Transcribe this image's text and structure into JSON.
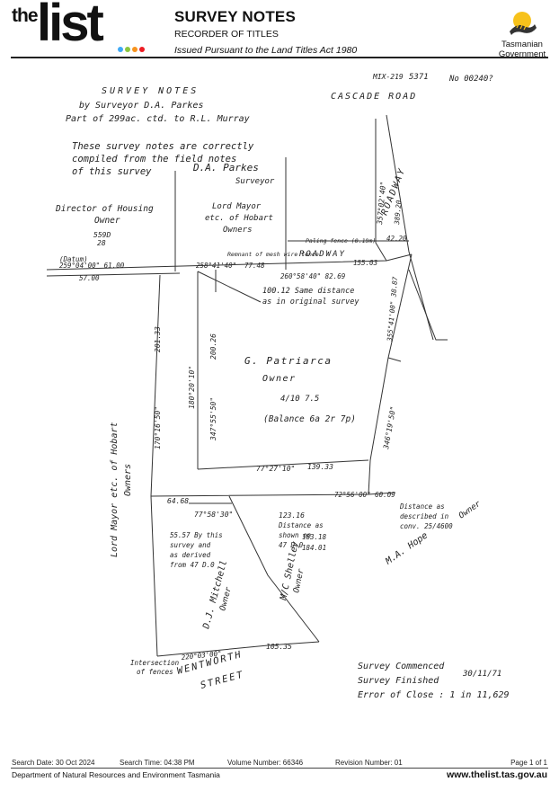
{
  "header": {
    "logo_the": "the",
    "logo_list": "list",
    "logo_dot_colors": [
      "#3fa9f5",
      "#8cc63f",
      "#f7931e",
      "#ed1c24"
    ],
    "title": "SURVEY NOTES",
    "subtitle": "RECORDER OF TITLES",
    "issued": "Issued Pursuant to the Land Titles Act 1980",
    "gov_line1": "Tasmanian",
    "gov_line2": "Government"
  },
  "plan": {
    "stamp_code": "MIX-219",
    "stamp_left": "5371",
    "stamp_right": "No 00240?",
    "heading1": "SURVEY NOTES",
    "heading2": "by Surveyor D.A. Parkes",
    "heading3": "Part of 299ac. ctd. to R.L. Murray",
    "cert1": "These survey notes are correctly",
    "cert2": "compiled from the field notes",
    "cert3": "of this survey",
    "cert_sig": "D.A. Parkes",
    "cert_role": "Surveyor",
    "road_cascade": "CASCADE ROAD",
    "roadway": "ROADWAY",
    "roadway_vertical": "ROADWAY",
    "director1": "Director of Housing",
    "director2": "Owner",
    "director_ref": "559D",
    "director_ref2": "28",
    "lord_mayor1": "Lord Mayor",
    "lord_mayor2": "etc. of Hobart",
    "lord_mayor3": "Owners",
    "lord_mayor_west": "Lord Mayor etc. of Hobart",
    "lord_mayor_west2": "Owners",
    "owner_name": "G. Patriarca",
    "owner_label": "Owner",
    "owner_area": "4/10 7.5",
    "balance": "(Balance 6a 2r 7p)",
    "mitchell": "D.J. Mitchell",
    "mitchell_owner": "Owner",
    "shelley": "M/C Shelley",
    "shelley_owner": "Owner",
    "hope": "M.A. Hope",
    "hope_owner": "Owner",
    "wentworth1": "WENTWORTH",
    "wentworth2": "STREET",
    "datum": "(Datum)",
    "datum_bearing": "259°04'00\" 61.00",
    "bearing_57": "57.00",
    "bearing_top1": "258°41'40\"",
    "bearing_top2": "77.48",
    "bearing_mid": "260°58'40\" 82.69",
    "bearing_155": "155.03",
    "remnant": "Remnant of mesh wire fence",
    "paling_fence": "Paling fence (0.19m)",
    "same_distance1": "100.12 Same distance",
    "same_distance2": "as in original survey",
    "b_201": "201.33",
    "b_170": "170°16'50\"",
    "b_180": "180°20'10\"",
    "b_200": "200.26",
    "b_347": "347°55'50\"",
    "b_77": "77°27'10\"",
    "b_139": "139.33",
    "b_72": "72°56'00\" 60.09",
    "b_64": "64.68",
    "b_77b": "77°58'30\"",
    "b_123": "123.16",
    "b_183": "183.18",
    "b_184": "184.01",
    "b_346": "346°19'50\"",
    "b_355": "355°41'00\" 38.87",
    "b_357": "357°02'40\"",
    "b_389": "389.20",
    "b_42": "42.20",
    "b_105": "105.35",
    "b_220": "220°03'00\"",
    "this_survey1": "55.57 By this",
    "this_survey2": "survey and",
    "this_survey3": "as derived",
    "this_survey4": "from 47 D.0",
    "distance_described1": "Distance as",
    "distance_described2": "described in",
    "distance_described3": "conv. 25/4600",
    "distance_shown1": "Distance as",
    "distance_shown2": "shown on",
    "distance_shown3": "47 D.0",
    "intersection1": "Intersection",
    "intersection2": "of fences",
    "commenced": "Survey Commenced",
    "finished": "Survey Finished",
    "finished_date": "30/11/71",
    "error": "Error of Close : 1 in 11,629"
  },
  "footer": {
    "search_date": "Search Date: 30 Oct 2024",
    "search_time": "Search Time: 04:38 PM",
    "volume": "Volume Number: 66346",
    "revision": "Revision Number: 01",
    "page": "Page 1 of 1",
    "department": "Department of Natural Resources and Environment Tasmania",
    "url": "www.thelist.tas.gov.au"
  }
}
